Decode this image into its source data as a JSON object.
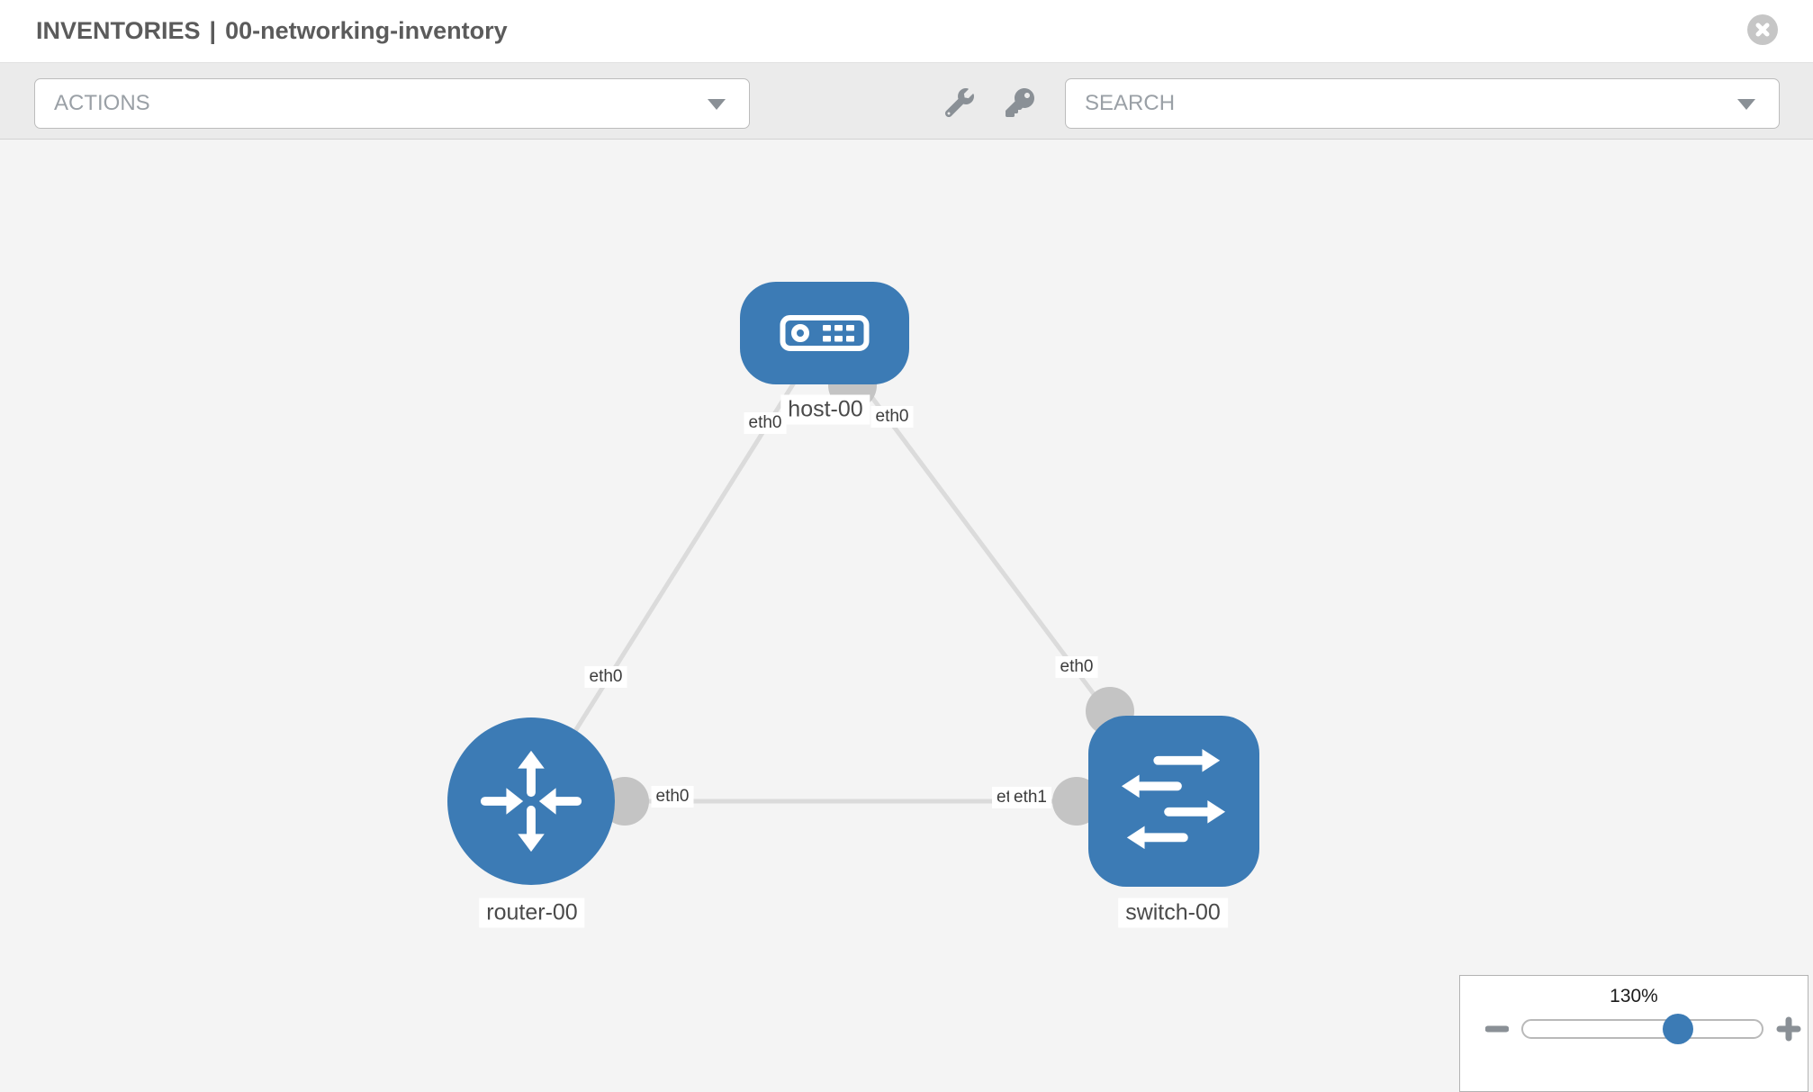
{
  "header": {
    "section": "INVENTORIES",
    "separator": "|",
    "inventory_name": "00-networking-inventory",
    "close_icon": "times-circle"
  },
  "toolbar": {
    "actions_label": "ACTIONS",
    "search_label": "SEARCH",
    "icons": [
      {
        "name": "wrench-icon"
      },
      {
        "name": "key-icon"
      }
    ]
  },
  "topology": {
    "nodes": [
      {
        "label": "host-00",
        "type": "host",
        "icon": "host-icon"
      },
      {
        "label": "router-00",
        "type": "router",
        "icon": "router-icon"
      },
      {
        "label": "switch-00",
        "type": "switch",
        "icon": "switch-icon"
      }
    ],
    "links": [
      {
        "source": "router-00",
        "target": "host-00",
        "source_interface": "eth0",
        "target_interface": "eth0"
      },
      {
        "source": "host-00",
        "target": "switch-00",
        "source_interface": "eth0",
        "target_interface": "eth0"
      },
      {
        "source": "router-00",
        "target": "switch-00",
        "source_interface": "eth0",
        "target_interface": "eth1",
        "target_interface_overlapped": "eth0"
      }
    ]
  },
  "zoom_control": {
    "value_label": "130%",
    "percent": 130,
    "decrease_icon": "minus",
    "increase_icon": "plus"
  },
  "colors": {
    "node_blue": "#3c7bb5",
    "link_gray": "#dbdbdb",
    "endpoint_gray": "#c4c4c4",
    "toolbar_gray": "#ebebeb",
    "canvas_gray": "#f4f4f4",
    "title_gray": "#5b5b5b",
    "icon_gray": "#8a9096",
    "slider_knob_blue": "#3c7bb5"
  }
}
